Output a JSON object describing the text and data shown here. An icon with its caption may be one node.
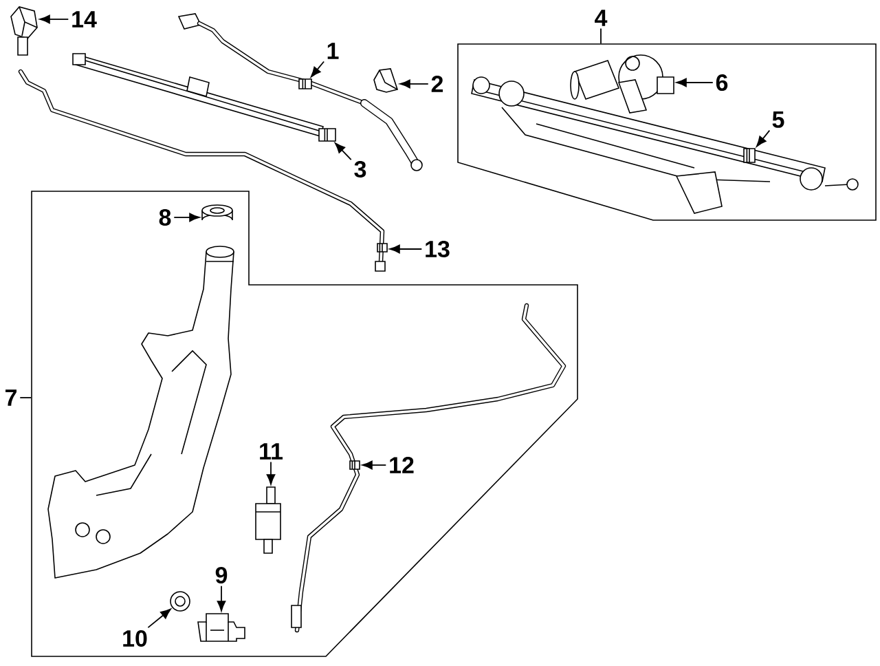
{
  "diagram": {
    "nodes": [
      {
        "text": [
          "14"
        ]
      },
      {
        "text": [],
        "shape": "picture"
      },
      {
        "text": [
          "1"
        ]
      },
      {
        "text": [],
        "shape": "picture"
      },
      {
        "text": [
          "2"
        ]
      },
      {
        "text": [],
        "shape": "picture"
      },
      {
        "text": [
          "3"
        ]
      },
      {
        "text": [],
        "shape": "picture"
      },
      {
        "text": [
          "4"
        ]
      },
      {
        "text": [],
        "shape": "box"
      },
      {
        "text": [
          "6"
        ],
        "in": 9
      },
      {
        "text": [],
        "shape": "picture",
        "in": 9
      },
      {
        "text": [
          "5"
        ],
        "in": 9
      },
      {
        "text": [],
        "shape": "picture",
        "in": 9
      },
      {
        "text": [
          "13"
        ]
      },
      {
        "text": [],
        "shape": "picture"
      },
      {
        "text": [
          "7"
        ]
      },
      {
        "text": [],
        "shape": "box"
      },
      {
        "text": [
          "8"
        ],
        "in": 17
      },
      {
        "text": [],
        "shape": "picture",
        "in": 17
      },
      {
        "text": [
          "11"
        ],
        "in": 17
      },
      {
        "text": [],
        "shape": "picture",
        "in": 17
      },
      {
        "text": [
          "12"
        ],
        "in": 17
      },
      {
        "text": [],
        "shape": "picture",
        "in": 17
      },
      {
        "text": [
          "9"
        ],
        "in": 17
      },
      {
        "text": [],
        "shape": "picture",
        "in": 17
      },
      {
        "text": [
          "10"
        ],
        "in": 17
      },
      {
        "text": [],
        "shape": "picture",
        "in": 17
      }
    ],
    "edges": [
      {
        "from": 0,
        "to": 1,
        "arrow": "to"
      },
      {
        "from": 2,
        "to": 3,
        "arrow": "to"
      },
      {
        "from": 4,
        "to": 5,
        "arrow": "to"
      },
      {
        "from": 6,
        "to": 7,
        "arrow": "to"
      },
      {
        "from": 8,
        "to": 9,
        "arrow": "none"
      },
      {
        "from": 10,
        "to": 11,
        "arrow": "to"
      },
      {
        "from": 12,
        "to": 13,
        "arrow": "to"
      },
      {
        "from": 14,
        "to": 15,
        "arrow": "to"
      },
      {
        "from": 16,
        "to": 17,
        "arrow": "none"
      },
      {
        "from": 18,
        "to": 19,
        "arrow": "to"
      },
      {
        "from": 20,
        "to": 21,
        "arrow": "to"
      },
      {
        "from": 22,
        "to": 23,
        "arrow": "to"
      },
      {
        "from": 24,
        "to": 25,
        "arrow": "to"
      },
      {
        "from": 26,
        "to": 27,
        "arrow": "to"
      }
    ]
  }
}
